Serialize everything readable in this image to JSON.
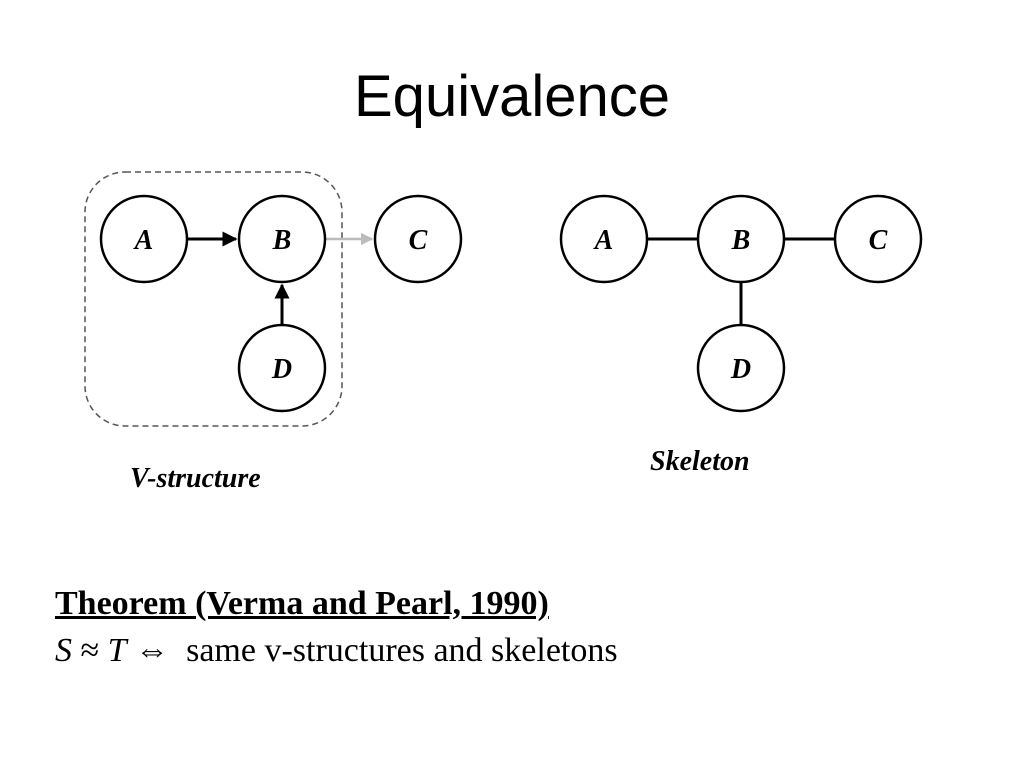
{
  "title": "Equivalence",
  "left_graph": {
    "nodes": [
      "A",
      "B",
      "C",
      "D"
    ],
    "edges": [
      {
        "from": "A",
        "to": "B",
        "directed": true
      },
      {
        "from": "D",
        "to": "B",
        "directed": true
      },
      {
        "from": "B",
        "to": "C",
        "directed": true,
        "color": "#bbbbbb"
      }
    ],
    "caption": "V-structure"
  },
  "right_graph": {
    "nodes": [
      "A",
      "B",
      "C",
      "D"
    ],
    "edges": [
      {
        "from": "A",
        "to": "B",
        "directed": false
      },
      {
        "from": "B",
        "to": "C",
        "directed": false
      },
      {
        "from": "B",
        "to": "D",
        "directed": false
      }
    ],
    "caption": "Skeleton"
  },
  "theorem": {
    "title": "Theorem (Verma and Pearl, 1990)",
    "lhs": "S",
    "approx": "≈",
    "rhs": "T",
    "iff": "⇔",
    "statement": "same v-structures and skeletons"
  },
  "colors": {
    "node_stroke": "#000000",
    "highlight_edge": "#bbbbbb",
    "vstructure_box": "#555555"
  }
}
